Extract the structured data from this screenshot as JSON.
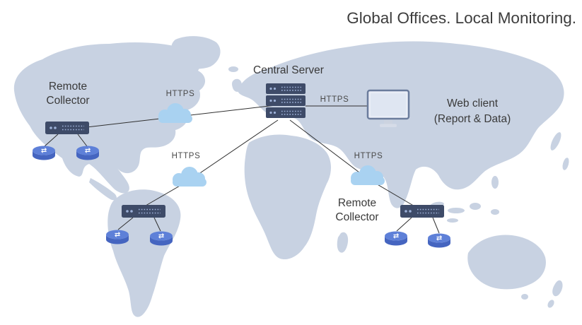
{
  "title": "Global Offices. Local Monitoring.",
  "nodes": {
    "central_server": {
      "label": "Central Server"
    },
    "remote_collector_west": {
      "label_line1": "Remote",
      "label_line2": "Collector"
    },
    "remote_collector_east": {
      "label_line1": "Remote",
      "label_line2": "Collector"
    },
    "web_client": {
      "label_line1": "Web client",
      "label_line2": "(Report & Data)"
    }
  },
  "links": {
    "west": {
      "protocol": "HTTPS"
    },
    "southwest": {
      "protocol": "HTTPS"
    },
    "client": {
      "protocol": "HTTPS"
    },
    "southeast": {
      "protocol": "HTTPS"
    }
  },
  "icons": {
    "cloud": "cloud-shape",
    "server_stack": "stacked-rack-units",
    "collector": "rack-unit",
    "router": "⇄",
    "monitor": "desktop-display"
  },
  "colors": {
    "background": "#ffffff",
    "map": "#c8d2e2",
    "cloud": "#a9d2f1",
    "device": "#3e4b68",
    "device_dots": "#9db1d8",
    "router_top": "#5e80d8",
    "router_body": "#4565c0",
    "line": "#2f2f2f",
    "title_text": "#3d3d3d",
    "label_text": "#3a3a3a",
    "https_text": "#4a4a4a",
    "monitor_frame": "#6b7c9c",
    "monitor_screen": "#e9edf6",
    "monitor_stand": "#ccd3e0"
  }
}
